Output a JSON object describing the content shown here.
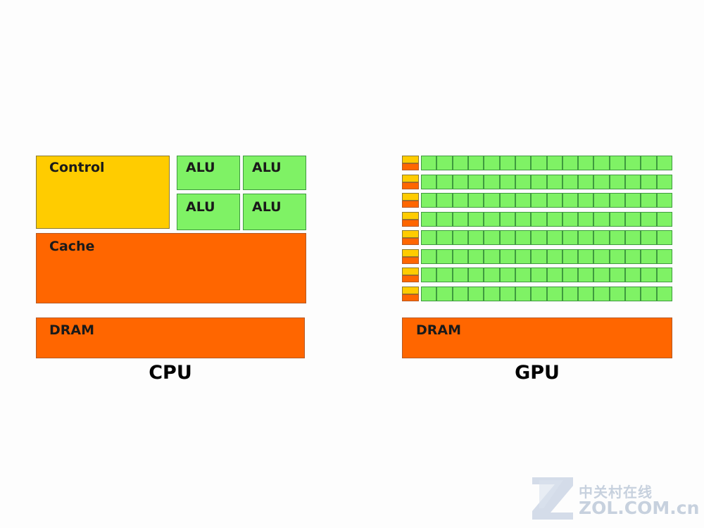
{
  "cpu": {
    "control_label": "Control",
    "alu_labels": [
      "ALU",
      "ALU",
      "ALU",
      "ALU"
    ],
    "cache_label": "Cache",
    "dram_label": "DRAM",
    "caption": "CPU"
  },
  "gpu": {
    "rows": 8,
    "cols": 16,
    "dram_label": "DRAM",
    "caption": "GPU"
  },
  "colors": {
    "control": "#ffcc00",
    "cache_dram": "#ff6600",
    "alu": "#7ff265"
  },
  "watermark": {
    "icon": "zol-z-logo",
    "text_cn": "中关村在线",
    "text_en": "ZOL.COM.cn"
  }
}
